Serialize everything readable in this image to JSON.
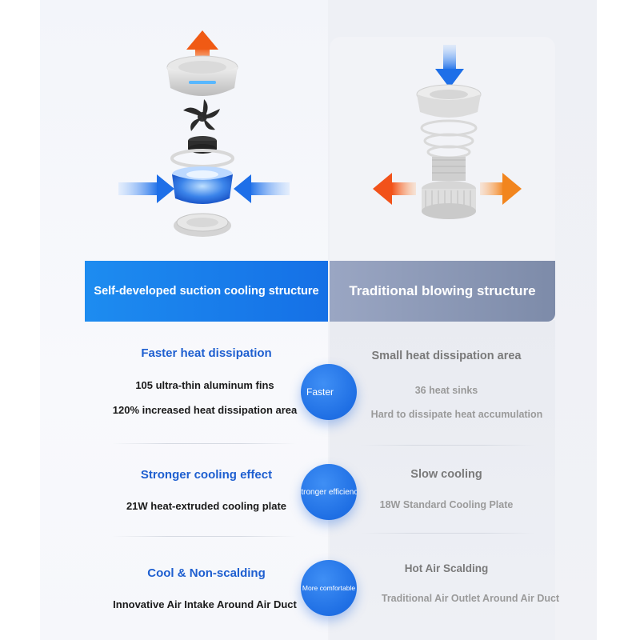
{
  "left": {
    "title": "Self-developed suction cooling structure",
    "rows": [
      {
        "heading": "Faster heat dissipation",
        "lines": [
          "105 ultra-thin aluminum fins",
          "120% increased heat dissipation area"
        ]
      },
      {
        "heading": "Stronger cooling effect",
        "lines": [
          "21W heat-extruded cooling plate"
        ]
      },
      {
        "heading": "Cool & Non-scalding",
        "lines": [
          "Innovative Air Intake Around Air Duct"
        ]
      }
    ]
  },
  "right": {
    "title": "Traditional blowing structure",
    "rows": [
      {
        "heading": "Small heat dissipation area",
        "lines": [
          "36 heat sinks",
          "Hard to dissipate heat accumulation"
        ]
      },
      {
        "heading": "Slow cooling",
        "lines": [
          "18W Standard Cooling Plate"
        ]
      },
      {
        "heading": "Hot Air Scalding",
        "lines": [
          "Traditional Air Outlet Around Air Duct"
        ]
      }
    ]
  },
  "badges": [
    "Faster",
    "Stronger efficiency",
    "More comfortable"
  ],
  "colors": {
    "accent_blue": "#1d7ff0",
    "heading_blue": "#1e5fd0",
    "arrow_orange": "#f26a1b",
    "banner_gray": "#8c98b5"
  },
  "icons": [
    "exhaust-arrow-icon",
    "intake-arrow-icon",
    "fan-blade-icon",
    "heatsink-icon"
  ]
}
